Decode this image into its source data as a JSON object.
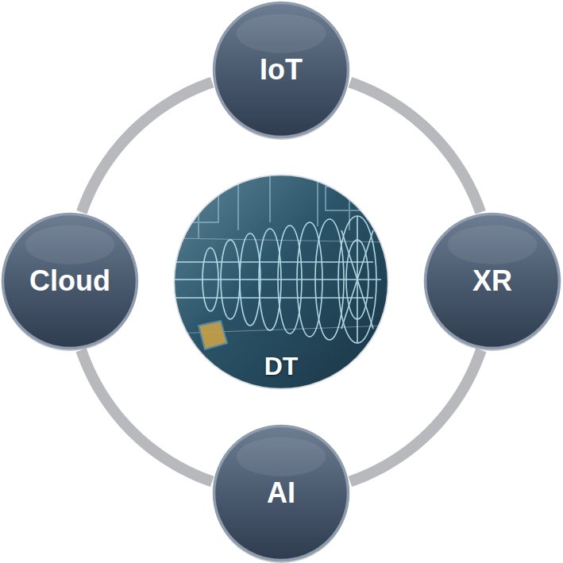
{
  "diagram": {
    "nodes": [
      {
        "text": [
          "IoT"
        ]
      },
      {
        "text": [
          "Cloud"
        ]
      },
      {
        "text": [
          "DT"
        ]
      },
      {
        "text": [
          "XR"
        ]
      },
      {
        "text": [
          "AI"
        ]
      }
    ],
    "edges": [
      {
        "from": 0,
        "to": 3,
        "arrow": "none"
      },
      {
        "from": 3,
        "to": 4,
        "arrow": "none"
      },
      {
        "from": 4,
        "to": 1,
        "arrow": "none"
      },
      {
        "from": 1,
        "to": 0,
        "arrow": "none"
      }
    ]
  }
}
